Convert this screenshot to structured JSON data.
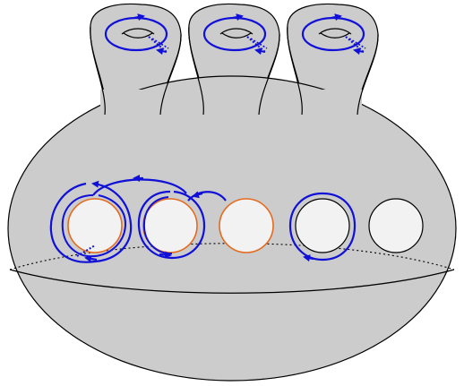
{
  "colors": {
    "surface": "#cccccc",
    "outline": "#000000",
    "hole_fill": "#f2f2f2",
    "curve": "#1010d8",
    "boundary_highlight": "#e36b1f"
  },
  "handles": [
    {
      "id": "handle-1"
    },
    {
      "id": "handle-2"
    },
    {
      "id": "handle-3"
    }
  ],
  "boundaries": [
    {
      "id": "boundary-1",
      "outline_color": "#e36b1f",
      "looped": true
    },
    {
      "id": "boundary-2",
      "outline_color": "#e36b1f",
      "looped": true
    },
    {
      "id": "boundary-3",
      "outline_color": "#e36b1f",
      "looped": false
    },
    {
      "id": "boundary-4",
      "outline_color": "#000000",
      "looped": true
    },
    {
      "id": "boundary-5",
      "outline_color": "#000000",
      "looped": false
    }
  ],
  "icons": {
    "arrow": "arrowhead-icon"
  }
}
